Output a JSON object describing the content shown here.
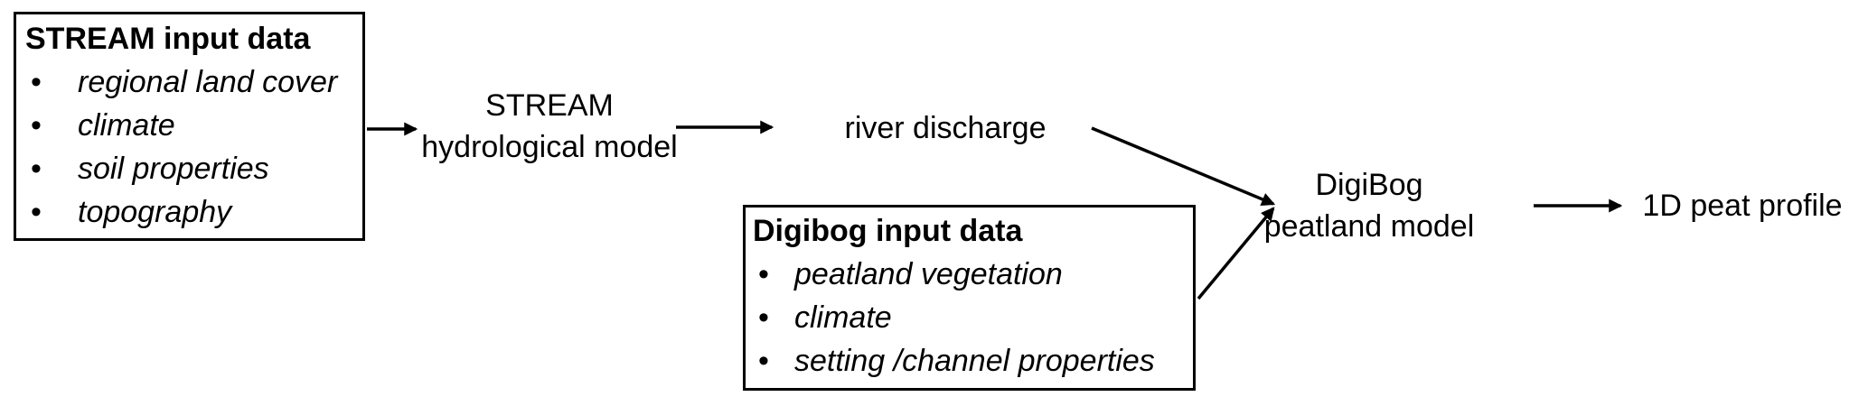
{
  "diagram": {
    "colors": {
      "background": "#ffffff",
      "stroke": "#000000",
      "text": "#000000"
    },
    "boxes": [
      {
        "id": "stream-inputs",
        "title": "STREAM input data",
        "items": [
          "regional land cover",
          "climate",
          "soil properties",
          "topography"
        ]
      },
      {
        "id": "digibog-inputs",
        "title": "Digibog input data",
        "items": [
          "peatland vegetation",
          "climate",
          "setting /channel properties"
        ]
      }
    ],
    "nodes": [
      {
        "id": "stream-model",
        "line1": "STREAM",
        "line2": "hydrological model"
      },
      {
        "id": "river-discharge",
        "label": "river discharge"
      },
      {
        "id": "digibog-model",
        "line1": "DigiBog",
        "line2": "peatland model"
      },
      {
        "id": "peat-profile",
        "label": "1D peat profile"
      }
    ],
    "arrows": [
      {
        "from": "stream-inputs",
        "to": "stream-model"
      },
      {
        "from": "stream-model",
        "to": "river-discharge"
      },
      {
        "from": "river-discharge",
        "to": "digibog-model"
      },
      {
        "from": "digibog-inputs",
        "to": "digibog-model"
      },
      {
        "from": "digibog-model",
        "to": "peat-profile"
      }
    ]
  }
}
